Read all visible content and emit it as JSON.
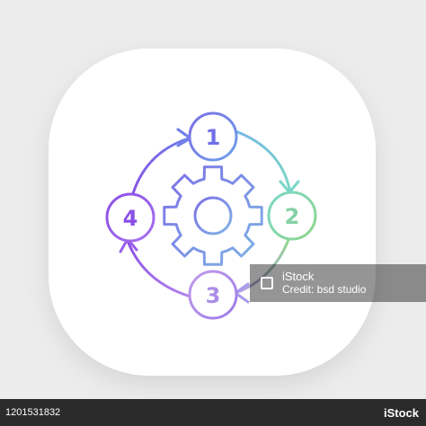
{
  "illustration": {
    "steps": [
      "1",
      "2",
      "3",
      "4"
    ],
    "center_icon": "gear-icon",
    "colors": {
      "purple": "#8a4fe6",
      "violet": "#9a6ef0",
      "blue": "#6f7fe8",
      "teal": "#7ad6c8",
      "green": "#8fd68a",
      "tile": "#ffffff",
      "background": "#ececec"
    }
  },
  "watermark": {
    "brand": "iStock",
    "credit": "Credit: bsd studio"
  },
  "footer": {
    "image_id": "1201531832",
    "logo": "iStock"
  }
}
